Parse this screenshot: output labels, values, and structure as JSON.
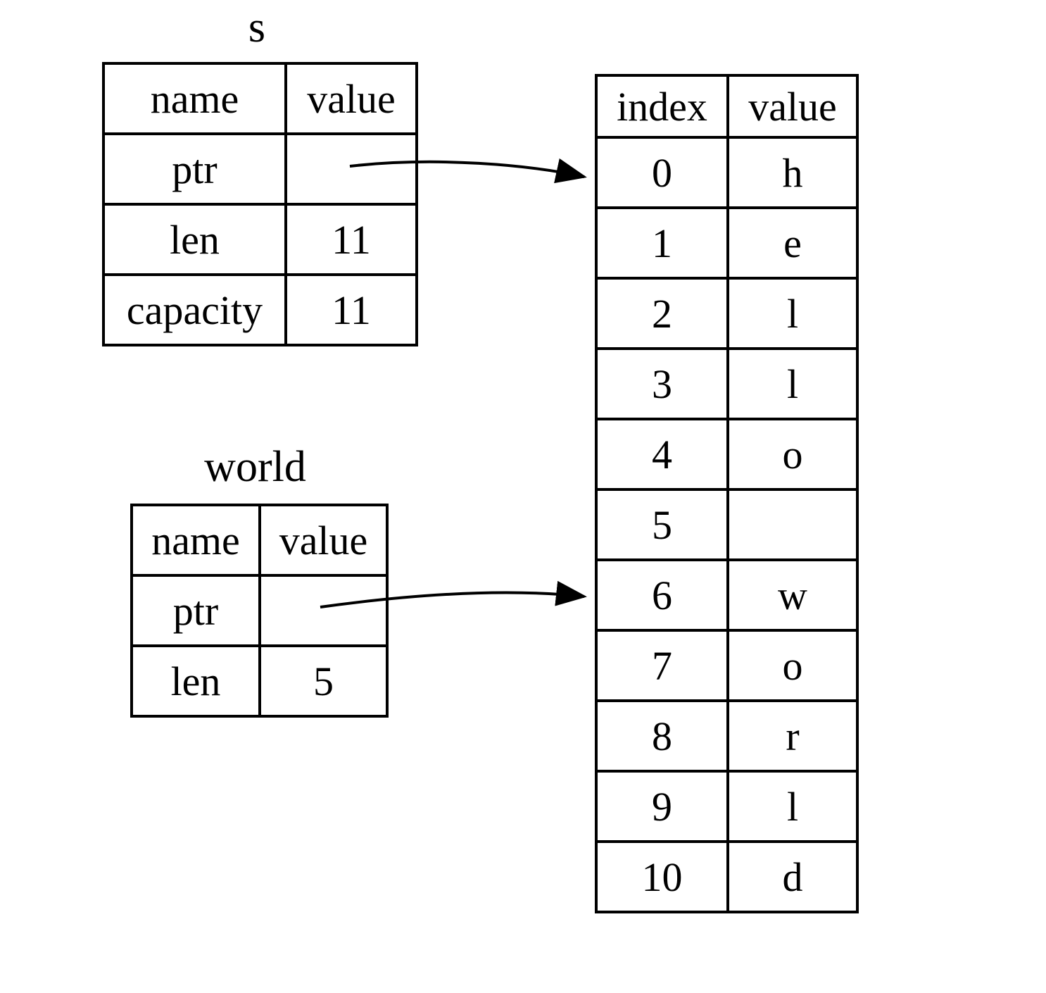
{
  "figure": {
    "s_table": {
      "title": "s",
      "headers": {
        "name": "name",
        "value": "value"
      },
      "rows": [
        {
          "name": "ptr",
          "value": ""
        },
        {
          "name": "len",
          "value": "11"
        },
        {
          "name": "capacity",
          "value": "11"
        }
      ]
    },
    "world_table": {
      "title": "world",
      "headers": {
        "name": "name",
        "value": "value"
      },
      "rows": [
        {
          "name": "ptr",
          "value": ""
        },
        {
          "name": "len",
          "value": "5"
        }
      ]
    },
    "memory_table": {
      "headers": {
        "index": "index",
        "value": "value"
      },
      "rows": [
        {
          "index": "0",
          "value": "h"
        },
        {
          "index": "1",
          "value": "e"
        },
        {
          "index": "2",
          "value": "l"
        },
        {
          "index": "3",
          "value": "l"
        },
        {
          "index": "4",
          "value": "o"
        },
        {
          "index": "5",
          "value": ""
        },
        {
          "index": "6",
          "value": "w"
        },
        {
          "index": "7",
          "value": "o"
        },
        {
          "index": "8",
          "value": "r"
        },
        {
          "index": "9",
          "value": "l"
        },
        {
          "index": "10",
          "value": "d"
        }
      ]
    },
    "arrows": [
      {
        "from": "s.ptr",
        "to": "memory.index-0"
      },
      {
        "from": "world.ptr",
        "to": "memory.index-6"
      }
    ],
    "colors": {
      "line": "#000000",
      "background": "#ffffff"
    }
  }
}
